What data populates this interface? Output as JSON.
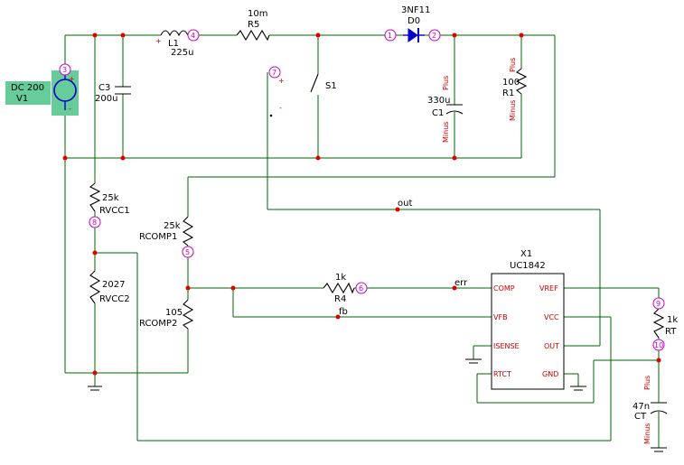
{
  "components": {
    "L1": {
      "ref": "L1",
      "value": "225u",
      "pol": "+"
    },
    "R5": {
      "ref": "R5",
      "value": "10m"
    },
    "D0": {
      "ref": "D0",
      "value": "3NF11"
    },
    "V1": {
      "ref": "V1",
      "value": "DC 200",
      "plus": "+",
      "minus": "-"
    },
    "C3": {
      "ref": "C3",
      "value": "200u"
    },
    "S1": {
      "ref": "S1",
      "plus": "+",
      "minus": "-"
    },
    "C1": {
      "ref": "C1",
      "value": "330u",
      "plus": "Plus",
      "minus": "Minus"
    },
    "R1": {
      "ref": "R1",
      "value": "100",
      "plus": "Plus",
      "minus": "Minus"
    },
    "RVCC1": {
      "ref": "RVCC1",
      "value": "25k"
    },
    "RVCC2": {
      "ref": "RVCC2",
      "value": "2027"
    },
    "RCOMP1": {
      "ref": "RCOMP1",
      "value": "25k"
    },
    "RCOMP2": {
      "ref": "RCOMP2",
      "value": "105"
    },
    "R4": {
      "ref": "R4",
      "value": "1k"
    },
    "RT": {
      "ref": "RT",
      "value": "1k"
    },
    "CT": {
      "ref": "CT",
      "value": "47n",
      "plus": "Plus",
      "minus": "Minus"
    }
  },
  "ic": {
    "ref": "X1",
    "part": "UC1842",
    "pins": {
      "comp": "COMP",
      "vfb": "VFB",
      "isense": "ISENSE",
      "rtct": "RTCT",
      "vref": "VREF",
      "vcc": "VCC",
      "out": "OUT",
      "gnd": "GND"
    }
  },
  "nets": {
    "out": "out",
    "err": "err",
    "fb": "fb"
  },
  "nodes": {
    "n1": "1",
    "n2": "2",
    "n3": "3",
    "n4": "4",
    "n5": "5",
    "n6": "6",
    "n7": "7",
    "n8": "8",
    "n9": "9",
    "n10": "10"
  }
}
